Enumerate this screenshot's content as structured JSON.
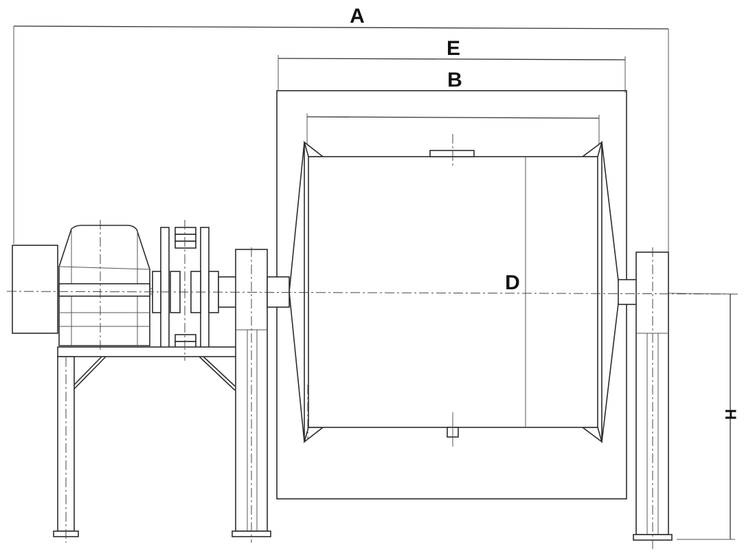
{
  "diagram": {
    "labels": {
      "A": "A",
      "E": "E",
      "B": "B",
      "D": "D",
      "H": "H"
    }
  }
}
